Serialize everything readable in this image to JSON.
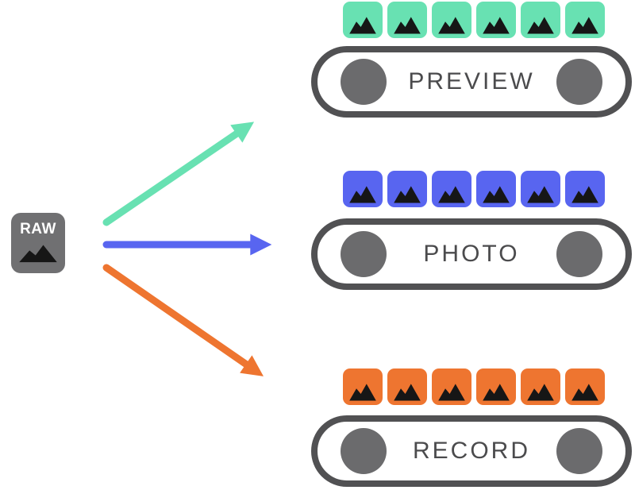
{
  "source": {
    "label": "RAW",
    "icon": "image-mountain-icon"
  },
  "streams": [
    {
      "id": "preview",
      "label": "PREVIEW",
      "color": "#68E1B2",
      "frame_count": 6,
      "frame_icon": "image-mountain-icon"
    },
    {
      "id": "photo",
      "label": "PHOTO",
      "color": "#5865F0",
      "frame_count": 6,
      "frame_icon": "image-mountain-icon"
    },
    {
      "id": "record",
      "label": "RECORD",
      "color": "#EE7530",
      "frame_count": 6,
      "frame_icon": "image-mountain-icon"
    }
  ],
  "colors": {
    "background": "#FFFFFF",
    "capsule_border": "#515153",
    "roller": "#6B6B6D",
    "label_text": "#4B4B4D",
    "raw_box": "#707072",
    "raw_text": "#FFFFFF",
    "mountain": "#161616"
  }
}
